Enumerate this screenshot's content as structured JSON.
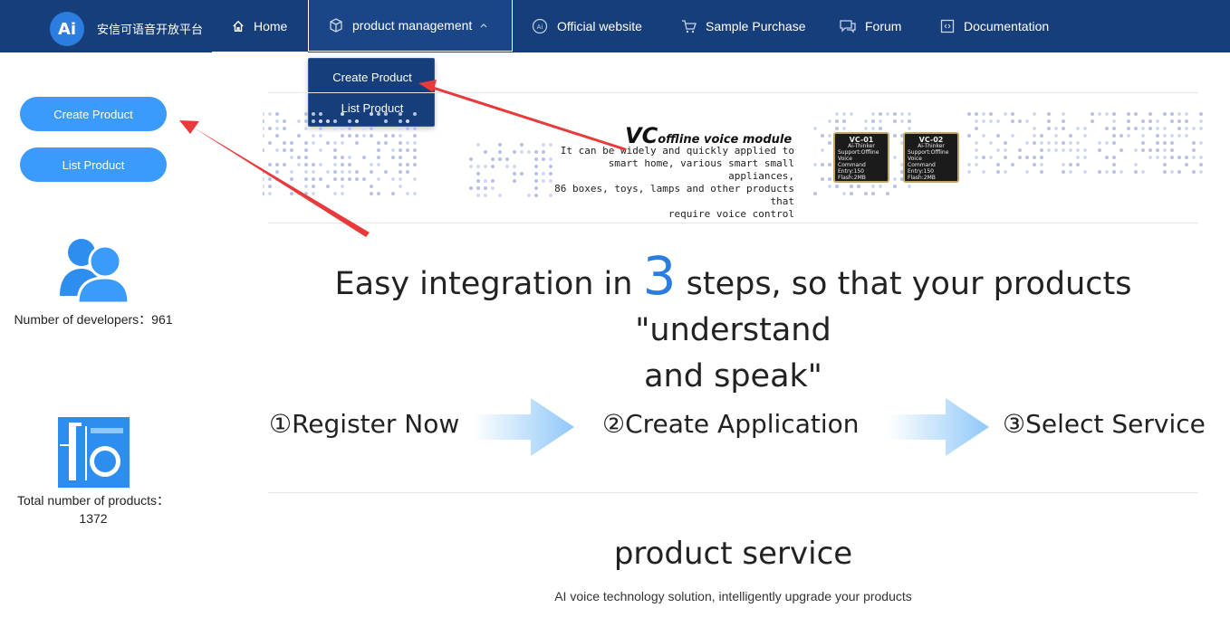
{
  "nav": {
    "brand": "安信可语音开放平台",
    "logo_text": "Ai",
    "items": [
      {
        "label": "Home",
        "icon": "home-icon"
      },
      {
        "label": "product management",
        "icon": "cube-icon"
      },
      {
        "label": "Official website",
        "icon": "ai-circle-icon"
      },
      {
        "label": "Sample Purchase",
        "icon": "cart-icon"
      },
      {
        "label": "Forum",
        "icon": "chat-icon"
      },
      {
        "label": "Documentation",
        "icon": "doc-icon"
      }
    ],
    "dropdown": [
      "Create Product",
      "List Product"
    ]
  },
  "sidebar": {
    "buttons": [
      "Create Product",
      "List Product"
    ],
    "developers_label": "Number of developers：961",
    "products_label_line1": "Total number of products：",
    "products_label_line2": "1372"
  },
  "banner": {
    "title_big": "VC",
    "title_rest": "offline voice module",
    "desc_lines": [
      "It can be widely and quickly applied to",
      "smart home, various smart small appliances,",
      "86 boxes, toys, lamps and other products that",
      "require voice control"
    ],
    "chips": [
      {
        "name": "VC-01",
        "brand": "Ai-Thinker",
        "line1": "Support:Offline Voice",
        "line2": "Command Entry:150",
        "line3": "Flash:2MB"
      },
      {
        "name": "VC-02",
        "brand": "Ai-Thinker",
        "line1": "Support:Offline Voice",
        "line2": "Command Entry:150",
        "line3": "Flash:2MB"
      }
    ]
  },
  "headline": {
    "before": "Easy integration in ",
    "number": "3",
    "after": " steps, so that your products \"understand",
    "line2": "and speak\""
  },
  "steps": [
    "①Register Now",
    "②Create Application",
    "③Select Service"
  ],
  "service": {
    "title": "product service",
    "subtitle": "AI voice technology solution, intelligently upgrade your products"
  },
  "colors": {
    "nav_bg": "#163e7a",
    "accent": "#2c7de0",
    "button": "#3a9bfa",
    "annotation_arrow": "#e83a3a"
  }
}
